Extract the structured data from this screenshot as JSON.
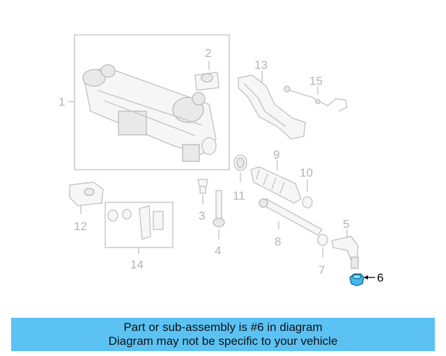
{
  "callouts": {
    "c1": "1",
    "c2": "2",
    "c3": "3",
    "c4": "4",
    "c5": "5",
    "c6": "6",
    "c7": "7",
    "c8": "8",
    "c9": "9",
    "c10": "10",
    "c11": "11",
    "c12": "12",
    "c13": "13",
    "c14": "14",
    "c15": "15"
  },
  "highlighted_part": "6",
  "banner": {
    "line1": "Part or sub-assembly is #6 in diagram",
    "line2": "Diagram may not be specific to your vehicle"
  },
  "colors": {
    "banner_bg": "#5cc2f4",
    "highlight_fill": "#3fb8ef",
    "line_gray": "#c4c4c4"
  }
}
